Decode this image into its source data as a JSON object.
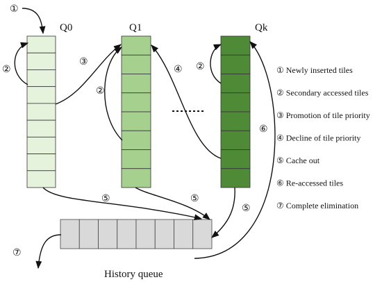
{
  "queues": {
    "q0": {
      "label": "Q0",
      "cells": 9,
      "fill": "#e6f3dc"
    },
    "q1": {
      "label": "Q1",
      "cells": 8,
      "fill": "#a6d08e"
    },
    "qk": {
      "label": "Qk",
      "cells": 8,
      "fill": "#4f8a37"
    }
  },
  "history": {
    "label": "History queue",
    "cells": 8,
    "fill": "#d9d9d9"
  },
  "markers": {
    "m1": "①",
    "m2": "②",
    "m3": "③",
    "m4": "④",
    "m5": "⑤",
    "m6": "⑥",
    "m7": "⑦"
  },
  "legend": [
    {
      "marker": "①",
      "text": "Newly inserted tiles"
    },
    {
      "marker": "②",
      "text": "Secondary accessed tiles"
    },
    {
      "marker": "③",
      "text": "Promotion of tile priority"
    },
    {
      "marker": "④",
      "text": "Decline of tile priority"
    },
    {
      "marker": "⑤",
      "text": "Cache out"
    },
    {
      "marker": "⑥",
      "text": "Re-accessed tiles"
    },
    {
      "marker": "⑦",
      "text": "Complete elimination"
    }
  ]
}
